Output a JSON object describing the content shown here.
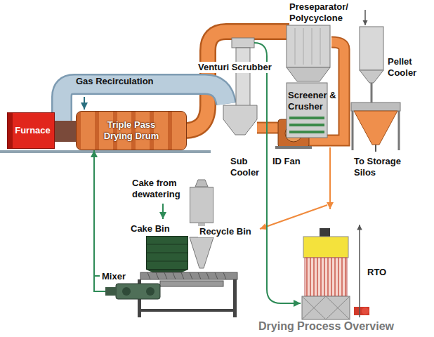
{
  "diagram": {
    "caption": "Drying Process Overview",
    "nodes": [
      {
        "text": [
          "Furnace"
        ]
      },
      {
        "text": [
          "Triple Pass Drying Drum"
        ]
      },
      {
        "text": [
          "Cake Bin"
        ]
      },
      {
        "text": [
          "Recycle Bin"
        ]
      },
      {
        "text": [
          "Mixer"
        ]
      }
    ],
    "edges": [
      {
        "from": 4,
        "to": 1,
        "arrow": "to"
      }
    ],
    "labels": [
      "Preseparator/ Polycyclone",
      "Gas Recirculation",
      "Venturi Scrubber",
      "Pellet Cooler",
      "Screener & Crusher",
      "Sub Cooler",
      "ID Fan",
      "To Storage Silos",
      "Cake from dewatering",
      "RTO"
    ]
  }
}
